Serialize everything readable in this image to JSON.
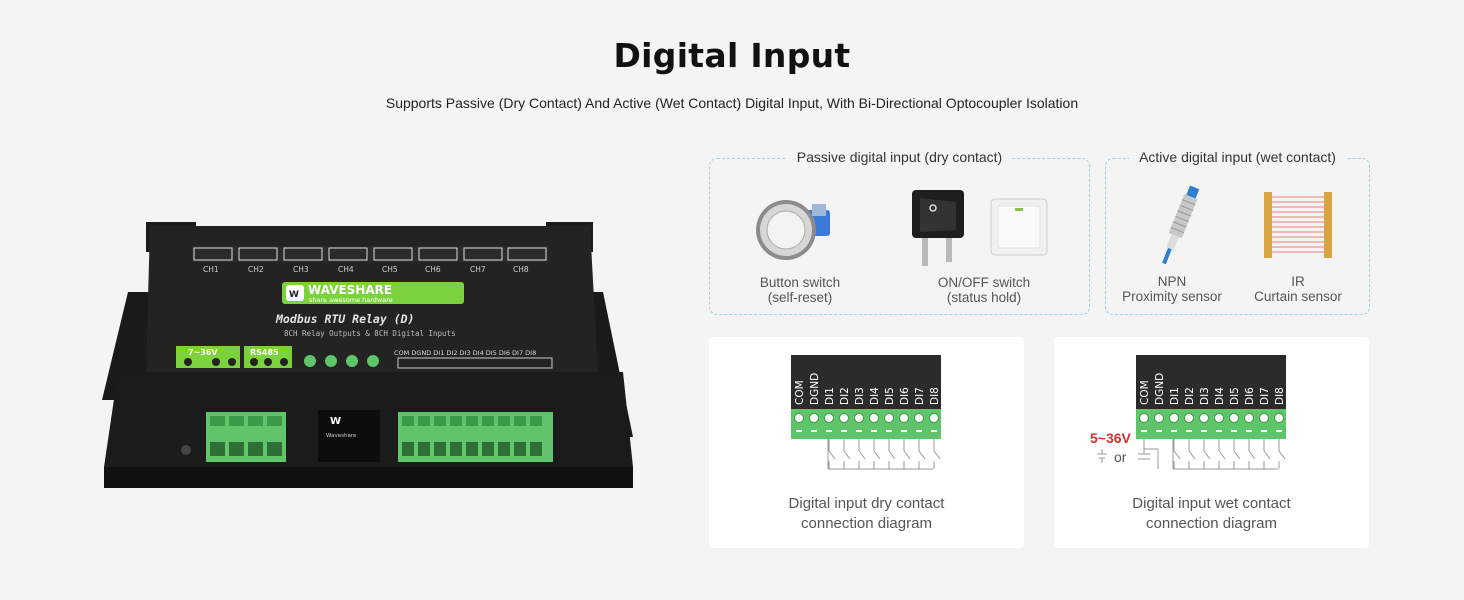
{
  "header": {
    "title": "Digital Input",
    "subtitle": "Supports Passive (Dry Contact) And Active (Wet Contact) Digital Input, With Bi-Directional Optocoupler Isolation"
  },
  "device": {
    "brand": "WAVESHARE",
    "tagline": "share awesome hardware",
    "model": "Modbus RTU Relay (D)",
    "description": "8CH Relay Outputs & 8CH Digital Inputs",
    "channels": [
      "CH1",
      "CH2",
      "CH3",
      "CH4",
      "CH5",
      "CH6",
      "CH7",
      "CH8"
    ],
    "power_label": "7~36V",
    "rs485_label": "RS485",
    "input_pins": [
      "COM",
      "DGND",
      "DI1",
      "DI2",
      "DI3",
      "DI4",
      "DI5",
      "DI6",
      "DI7",
      "DI8"
    ],
    "small_logo": "Waveshare"
  },
  "passive_group": {
    "title": "Passive digital input (dry contact)",
    "items": [
      {
        "icon": "push-button-icon",
        "label1": "Button switch",
        "label2": "(self-reset)"
      },
      {
        "icon": "rocker-switch-icon",
        "label1": "ON/OFF switch",
        "label2": "(status hold)"
      }
    ]
  },
  "active_group": {
    "title": "Active digital input (wet contact)",
    "items": [
      {
        "icon": "proximity-sensor-icon",
        "label1": "NPN",
        "label2": "Proximity sensor"
      },
      {
        "icon": "curtain-sensor-icon",
        "label1": "IR",
        "label2": "Curtain sensor"
      }
    ]
  },
  "dry_diagram": {
    "pins": [
      "COM",
      "DGND",
      "DI1",
      "DI2",
      "DI3",
      "DI4",
      "DI5",
      "DI6",
      "DI7",
      "DI8"
    ],
    "caption1": "Digital input dry contact",
    "caption2": "connection diagram"
  },
  "wet_diagram": {
    "pins": [
      "COM",
      "DGND",
      "DI1",
      "DI2",
      "DI3",
      "DI4",
      "DI5",
      "DI6",
      "DI7",
      "DI8"
    ],
    "voltage": "5~36V",
    "or": "or",
    "caption1": "Digital input wet contact",
    "caption2": "connection diagram"
  },
  "colors": {
    "terminal_green": "#5fc46a",
    "label_green": "#7bd23c",
    "accent_red": "#d0312d",
    "dash_blue": "#a9cde3"
  }
}
